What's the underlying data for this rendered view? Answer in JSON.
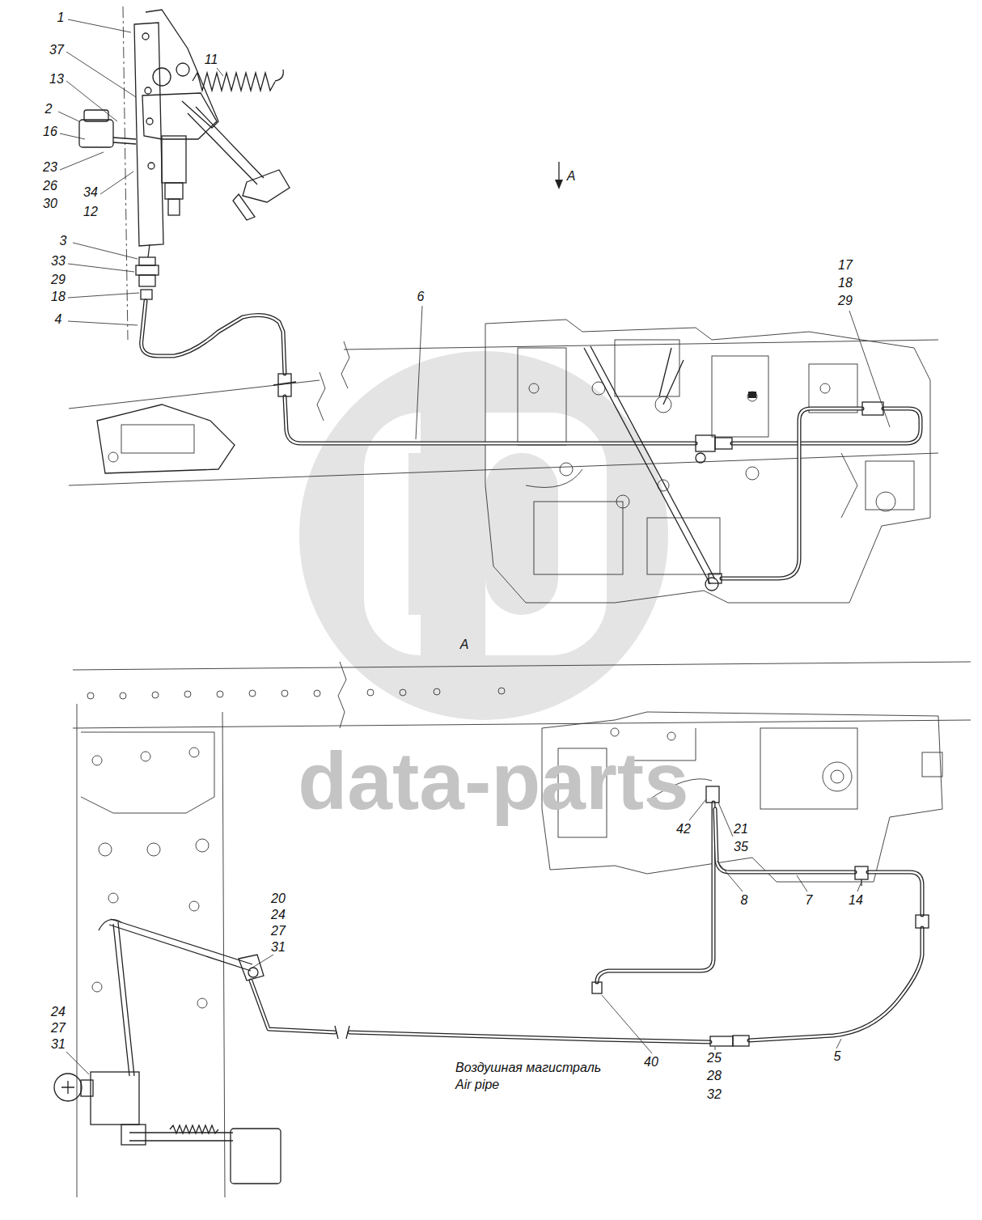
{
  "diagram": {
    "labels": [
      "1",
      "37",
      "13",
      "2",
      "16",
      "23",
      "26",
      "30",
      "34",
      "12",
      "3",
      "33",
      "29",
      "18",
      "4",
      "11",
      "A",
      "6",
      "17",
      "18",
      "29",
      "A",
      "data-parts",
      "20",
      "24",
      "27",
      "31",
      "24",
      "27",
      "31",
      "42",
      "21",
      "35",
      "8",
      "7",
      "14",
      "40",
      "Воздушная магистраль",
      "Air pipe",
      "25",
      "28",
      "32",
      "5"
    ]
  }
}
